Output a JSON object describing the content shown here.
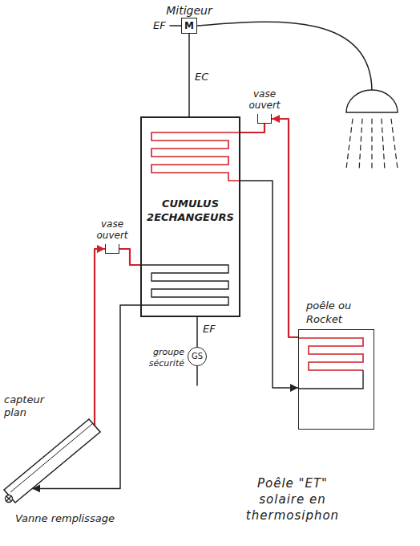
{
  "diagram": {
    "caption": "Poêle \"ET\" solaire en thermosiphon",
    "nodes": [
      {
        "text": [
          "Mitigeur",
          "M"
        ]
      },
      {
        "text": [
          "vase ouvert"
        ]
      },
      {
        "text": [
          "CUMULUS 2ECHANGEURS"
        ]
      },
      {
        "text": [
          "vase ouvert"
        ]
      },
      {
        "text": [
          "poêle ou Rocket"
        ]
      },
      {
        "text": [
          "GS",
          "groupe sécurité"
        ]
      },
      {
        "text": [
          "capteur plan"
        ]
      }
    ],
    "edges": [
      {
        "from": 2,
        "to": 0,
        "arrow": "none"
      },
      {
        "from": 5,
        "to": 2,
        "arrow": "none"
      },
      {
        "from": 4,
        "to": 1,
        "arrow": "to"
      },
      {
        "from": 1,
        "to": 2,
        "arrow": "none"
      },
      {
        "from": 2,
        "to": 4,
        "arrow": "to"
      },
      {
        "from": 6,
        "to": 3,
        "arrow": "to"
      },
      {
        "from": 3,
        "to": 2,
        "arrow": "none"
      },
      {
        "from": 2,
        "to": 6,
        "arrow": "to"
      }
    ],
    "labels": [
      "EF",
      "EC",
      "EF",
      "Vanne remplissage"
    ]
  }
}
